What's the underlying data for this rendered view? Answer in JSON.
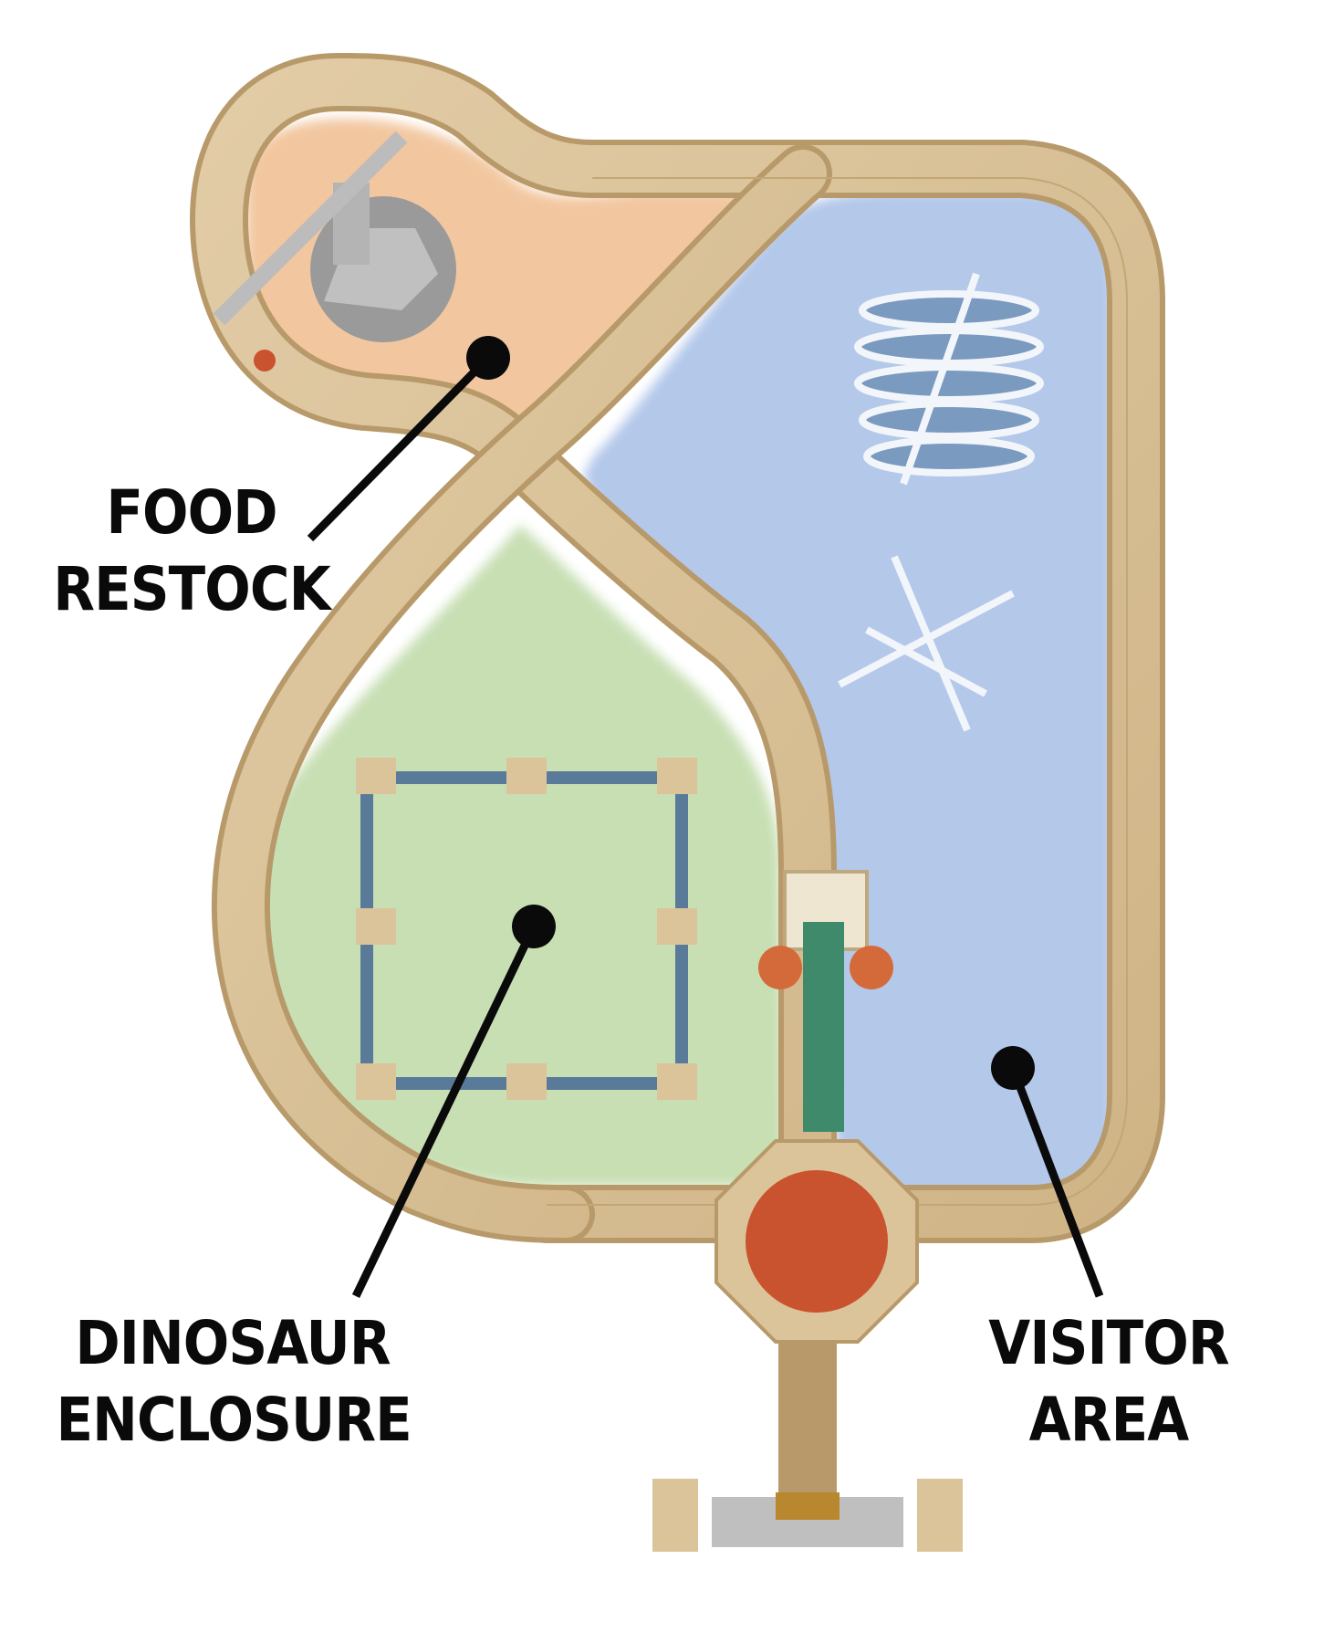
{
  "colors": {
    "track_wood": "#d9c29a",
    "track_edge": "#b89a6a",
    "food_zone": "#f2c7a0",
    "enclosure_zone": "#c8dfb4",
    "visitor_zone": "#b4c8ea",
    "marker": "#0a0a0a",
    "turntable": "#c8532e",
    "crane_base": "#9a9a9a",
    "fence_post": "#dcc49a",
    "fence_panel": "#5a7a9a",
    "crane_green": "#3e8a6a",
    "wheel_orange": "#d46a3a"
  },
  "labels": {
    "food_restock": [
      "FOOD",
      "RESTOCK"
    ],
    "dinosaur_enclosure": [
      "DINOSAUR",
      "ENCLOSURE"
    ],
    "visitor_area": [
      "VISITOR",
      "AREA"
    ]
  }
}
